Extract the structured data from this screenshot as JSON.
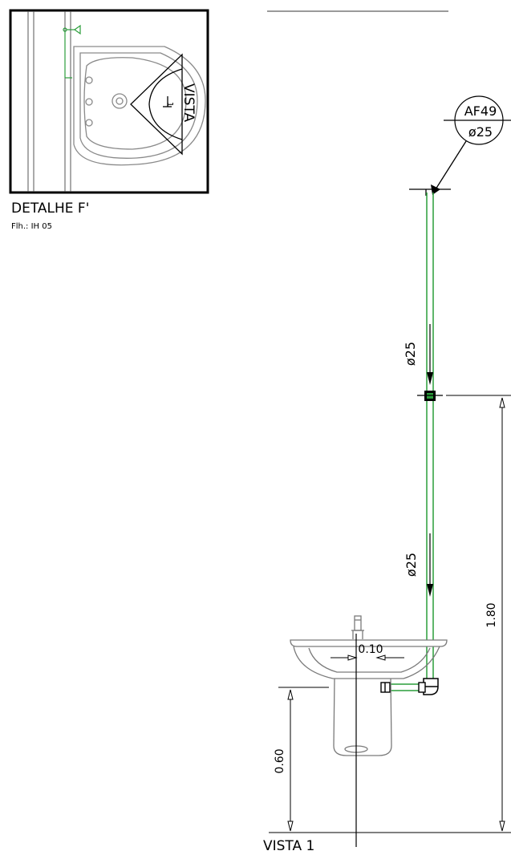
{
  "detail": {
    "title": "DETALHE  F'",
    "sheet_ref": "Flh.: IH  05",
    "view_label": "VISTA",
    "view_number": "1"
  },
  "tag": {
    "code": "AF49",
    "diameter": "ø25"
  },
  "pipe_labels": {
    "upper": "ø25",
    "lower": "ø25"
  },
  "dimensions": {
    "total_height": "1.80",
    "sink_height": "0.60",
    "offset": "0.10"
  },
  "view": {
    "title": "VISTA  1"
  },
  "colors": {
    "line": "#000000",
    "pipe": "#2a9d3a",
    "fixture": "#7a7a7a",
    "header_rule": "#9a9a9a"
  }
}
